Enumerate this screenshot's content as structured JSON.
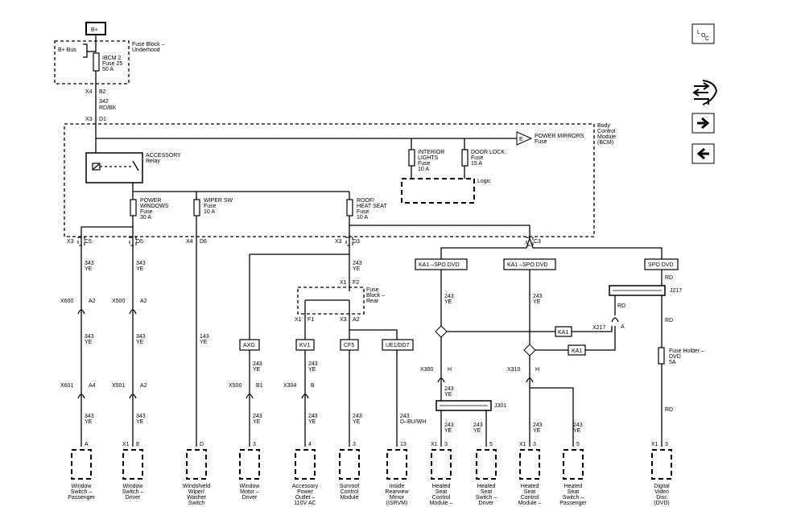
{
  "power": {
    "source": "B+",
    "bus": "B+ Bus",
    "fuse_block_underhood": [
      "Fuse Block –",
      "Underhood"
    ],
    "ibcm_fuse": [
      "IBCM 2",
      "Fuse 25",
      "50 A"
    ],
    "conn_x4": "X4",
    "pin_b2": "B2",
    "wire_342": "342",
    "color_rdbk": "RD/BK",
    "conn_x3": "X3",
    "pin_d1": "D1"
  },
  "bcm": {
    "label": [
      "Body",
      "Control",
      "Module",
      "(BCM)"
    ],
    "accessory_relay": [
      "ACCESSORY",
      "Relay"
    ],
    "power_mirrors": [
      "POWER MIRRORS",
      "Fuse"
    ],
    "pin_e": "E",
    "interior_lights": [
      "INTERIOR",
      "LIGHTS",
      "Fuse",
      "10 A"
    ],
    "door_lock": [
      "DOOR LOCK",
      "Fuse",
      "15 A"
    ],
    "logic": "Logic",
    "power_windows": [
      "POWER",
      "WINDOWS",
      "Fuse",
      "30 A"
    ],
    "wiper_sw": [
      "WIPER SW",
      "Fuse",
      "10 A"
    ],
    "roof_heat_seat": [
      "ROOF/",
      "HEAT SEAT",
      "Fuse",
      "10 A"
    ],
    "connectors": {
      "x3_a": "X3",
      "c5": "C5",
      "d5": "D5",
      "x4": "X4",
      "d6": "D6",
      "x3_b": "X3",
      "d3": "D3",
      "c3": "C3"
    }
  },
  "options": {
    "ka1_spo_dvd_1": "KA1 –SPO DVD",
    "ka1_spo_dvd_2": "KA1 –SPO DVD",
    "spo_dvd": "SPO DVD",
    "axg": "AXG",
    "kv1": "KV1",
    "cf5": "CF5",
    "ue1_dd7": "UE1/DD7",
    "ka1_a": "KA1",
    "ka1_b": "KA1"
  },
  "fuse_block_rear": {
    "label": [
      "Fuse",
      "Block –",
      "Rear"
    ],
    "x1": "X1",
    "f2": "F2",
    "f1": "F1",
    "x3": "X3",
    "a2": "A2",
    "x1_b": "X1"
  },
  "wires": {
    "w343": "343",
    "w243": "243",
    "w143": "143",
    "ye": "YE",
    "rd": "RD",
    "dbuwh": "D–BU/WH"
  },
  "inline_connectors": {
    "x600": "X600",
    "a2_1": "A2",
    "x500": "X500",
    "a2_2": "A2",
    "x601": "X601",
    "a4": "A4",
    "x501": "X501",
    "a2_3": "A2",
    "x500_b": "X500",
    "b1": "B1",
    "x304": "X304",
    "b": "B",
    "x300": "X300",
    "h1": "H",
    "x310": "X310",
    "h2": "H",
    "x217": "X217",
    "a": "A",
    "j217": "J217",
    "j301": "J301"
  },
  "fuse_holder_dvd": [
    "Fuse Holder –",
    "DVD",
    "5A"
  ],
  "components": [
    {
      "pin": "A",
      "conn": "",
      "name": [
        "Window",
        "Switch –",
        "Passenger"
      ]
    },
    {
      "pin": "E",
      "conn": "X1",
      "name": [
        "Window",
        "Switch –",
        "Driver"
      ]
    },
    {
      "pin": "D",
      "conn": "",
      "name": [
        "Windshield",
        "Wiper/",
        "Washer",
        "Switch"
      ]
    },
    {
      "pin": "3",
      "conn": "",
      "name": [
        "Window",
        "Motor –",
        "Driver"
      ]
    },
    {
      "pin": "4",
      "conn": "",
      "name": [
        "Accessory",
        "Power",
        "Outlet –",
        "110V AC"
      ]
    },
    {
      "pin": "3",
      "conn": "",
      "name": [
        "Sunroof",
        "Control",
        "Module"
      ]
    },
    {
      "pin": "13",
      "conn": "",
      "name": [
        "Inside",
        "Rearview",
        "Mirror",
        "(ISRVM)"
      ]
    },
    {
      "pin": "3",
      "conn": "X1",
      "name": [
        "Heated",
        "Seat",
        "Control",
        "Module –"
      ]
    },
    {
      "pin": "5",
      "conn": "",
      "name": [
        "Heated",
        "Seat",
        "Switch –",
        "Driver"
      ]
    },
    {
      "pin": "3",
      "conn": "X1",
      "name": [
        "Heated",
        "Seat",
        "Control",
        "Module –"
      ]
    },
    {
      "pin": "5",
      "conn": "",
      "name": [
        "Heated",
        "Seat",
        "Switch –",
        "Passenger"
      ]
    },
    {
      "pin": "3",
      "conn": "X1",
      "name": [
        "Digital",
        "Video",
        "Disc",
        "(DVD)"
      ]
    }
  ],
  "nav": {
    "loc_icon_text": "LOC",
    "icons": [
      "connector-view-icon",
      "next-arrow-icon",
      "back-arrow-icon"
    ]
  }
}
